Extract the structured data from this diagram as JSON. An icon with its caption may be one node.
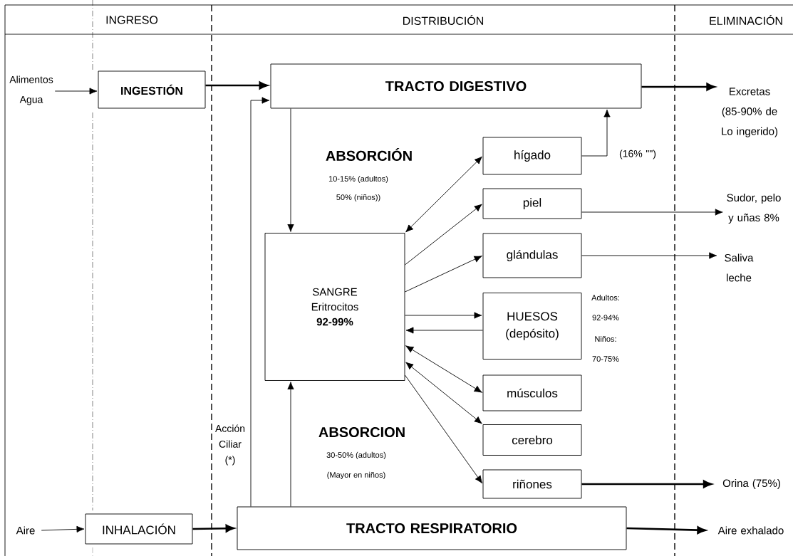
{
  "diagram": {
    "nodes": [
      {
        "text": [
          "Alimentos Agua"
        ]
      },
      {
        "text": [
          "INGESTIÓN"
        ]
      },
      {
        "text": [
          "TRACTO DIGESTIVO"
        ]
      },
      {
        "text": [
          "SANGRE Eritrocitos **92-99%**"
        ]
      },
      {
        "text": [
          "hígado"
        ]
      },
      {
        "text": [
          "piel"
        ]
      },
      {
        "text": [
          "glándulas"
        ]
      },
      {
        "text": [
          "HUESOS (depósito)"
        ],
        "beside": [
          "Adultos: 92-94%",
          "Niños: 70-75%"
        ]
      },
      {
        "text": [
          "músculos"
        ]
      },
      {
        "text": [
          "cerebro"
        ]
      },
      {
        "text": [
          "riñones"
        ]
      },
      {
        "text": [
          "TRACTO RESPIRATORIO"
        ]
      },
      {
        "text": [
          "INHALACIÓN"
        ]
      },
      {
        "text": [
          "Aire"
        ]
      },
      {
        "text": [
          "Excretas (85-90% de Lo ingerido)"
        ]
      },
      {
        "text": [
          "Sudor, pelo y uñas 8%"
        ]
      },
      {
        "text": [
          "Saliva leche"
        ]
      },
      {
        "text": [
          "Orina (75%)"
        ]
      },
      {
        "text": [
          "Aire exhalado"
        ]
      }
    ],
    "edges": [
      {
        "from": 0,
        "to": 1,
        "arrow": "to"
      },
      {
        "from": 1,
        "to": 2,
        "arrow": "to",
        "style": "thick"
      },
      {
        "from": 2,
        "to": 3,
        "arrow": "to"
      },
      {
        "from": 11,
        "to": 3,
        "arrow": "to"
      },
      {
        "from": 11,
        "to": 2,
        "arrow": "to",
        "label": "Acción Ciliar (*)"
      },
      {
        "from": 12,
        "to": 11,
        "arrow": "to",
        "style": "thick"
      },
      {
        "from": 13,
        "to": 12,
        "arrow": "to"
      },
      {
        "from": 3,
        "to": 4,
        "arrow": "both"
      },
      {
        "from": 3,
        "to": 5,
        "arrow": "to"
      },
      {
        "from": 3,
        "to": 6,
        "arrow": "to"
      },
      {
        "from": 3,
        "to": 7,
        "arrow": "to"
      },
      {
        "from": 7,
        "to": 3,
        "arrow": "to"
      },
      {
        "from": 3,
        "to": 8,
        "arrow": "both"
      },
      {
        "from": 3,
        "to": 9,
        "arrow": "both"
      },
      {
        "from": 3,
        "to": 10,
        "arrow": "to"
      },
      {
        "from": 2,
        "to": 14,
        "arrow": "to",
        "style": "thick"
      },
      {
        "from": 4,
        "to": 2,
        "arrow": "to",
        "label": "(16% \"\")"
      },
      {
        "from": 5,
        "to": 15,
        "arrow": "to"
      },
      {
        "from": 6,
        "to": 16,
        "arrow": "to"
      },
      {
        "from": 10,
        "to": 17,
        "arrow": "to",
        "style": "thick"
      },
      {
        "from": 11,
        "to": 18,
        "arrow": "to",
        "style": "thick"
      }
    ],
    "labels": [
      "INGRESO",
      "DISTRIBUCIÓN",
      "ELIMINACIÓN",
      "ABSORCIÓN",
      "10-15% (adultos)",
      "50% (niños))",
      "ABSORCION",
      "30-50% (adultos)",
      "(Mayor en niños)"
    ]
  }
}
